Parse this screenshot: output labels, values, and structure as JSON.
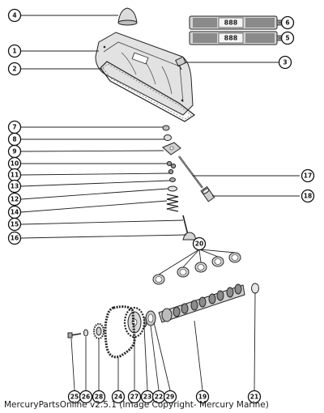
{
  "diagram": {
    "can_labels": [
      "888",
      "888"
    ],
    "callouts": [
      "1",
      "2",
      "3",
      "4",
      "5",
      "6",
      "7",
      "8",
      "9",
      "10",
      "11",
      "12",
      "13",
      "14",
      "15",
      "16",
      "17",
      "18",
      "19",
      "20",
      "21",
      "22",
      "23",
      "24",
      "25",
      "26",
      "27",
      "28",
      "29"
    ]
  },
  "footer": {
    "copyright": "MercuryPartsOnline v2.5.1 (Image Copyright- Mercury Marine)"
  }
}
